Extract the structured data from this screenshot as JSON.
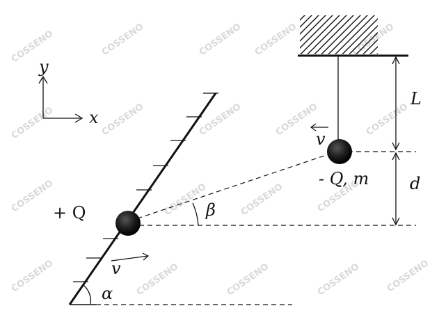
{
  "labels": {
    "axis_y": "y",
    "axis_x": "x",
    "length": "L",
    "distance": "d",
    "velocity_top": "v",
    "velocity_bottom": "v",
    "charge_neg": "- Q, m",
    "charge_pos": "+ Q",
    "angle_beta": "β",
    "angle_alpha": "α"
  },
  "watermark": "COSSENO",
  "colors": {
    "ink": "#111111",
    "watermark": "#dcdcdc"
  }
}
